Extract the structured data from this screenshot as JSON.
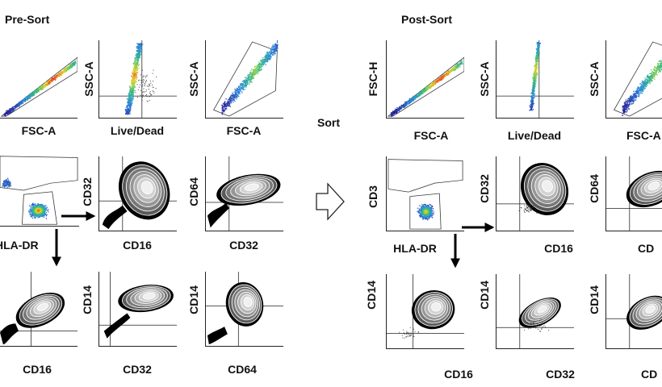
{
  "pre_sort": {
    "title": "Pre-Sort",
    "row1": {
      "y_labels": [
        "",
        "SSC-A",
        "SSC-A"
      ],
      "x_labels": [
        "FSC-A",
        "Live/Dead",
        "FSC-A"
      ]
    },
    "row2": {
      "y_labels": [
        "",
        "CD32",
        "CD64"
      ],
      "x_labels": [
        "HLA-DR",
        "CD16",
        "CD32"
      ]
    },
    "row3": {
      "y_labels": [
        "",
        "CD14",
        "CD14"
      ],
      "x_labels": [
        "CD16",
        "CD32",
        "CD64"
      ]
    }
  },
  "sort_label": "Sort",
  "post_sort": {
    "title": "Post-Sort",
    "row1": {
      "y_labels": [
        "FSC-H",
        "SSC-A",
        "SSC-A"
      ],
      "x_labels": [
        "FSC-A",
        "Live/Dead",
        "FSC-A"
      ]
    },
    "row2": {
      "y_labels": [
        "CD3",
        "CD32",
        "CD64"
      ],
      "x_labels": [
        "HLA-DR",
        "CD16",
        "CD"
      ]
    },
    "row3": {
      "y_labels": [
        "CD14",
        "CD14",
        "CD14"
      ],
      "x_labels": [
        "CD16",
        "CD32",
        "CD"
      ]
    }
  }
}
